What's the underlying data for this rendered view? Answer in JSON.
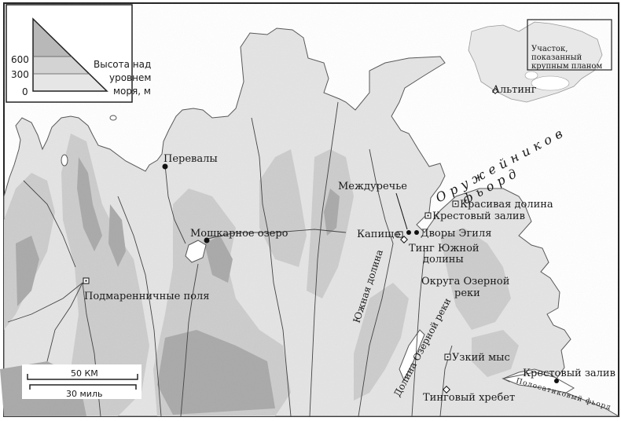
{
  "legend": {
    "ticks": [
      "600",
      "300",
      "0"
    ],
    "label_lines": [
      "Высота над",
      "уровнем",
      "моря, м"
    ]
  },
  "inset": {
    "area_label_lines": [
      "Участок,",
      "показанный",
      "крупным планом"
    ],
    "althing_label": "Альтинг"
  },
  "places": {
    "perevaly": "Перевалы",
    "moshkarnoe": "Мошкарное озеро",
    "podmarennichnye": "Подмаренничные поля",
    "mezhdurechye": "Междуречье",
    "kapishche": "Капище",
    "dvory_egilya": "Дворы Эгиля",
    "ting_line1": "Тинг Южной",
    "ting_line2": "долины",
    "krasivaya": "Красивая долина",
    "krestovy1": "Крестовый залив",
    "okruga_line1": "Округа Озерной",
    "okruga_line2": "реки",
    "uzky_mys": "Узкий мыс",
    "tingovy": "Тинговый хребет",
    "krestovy2": "Крестовый залив"
  },
  "water": {
    "fjord_line1": "Оружейников",
    "fjord_line2": "фьорд",
    "polosatikovy": "Полосатиковый фьорд",
    "yuzhnaya": "Южная долина",
    "dolina_ozernoy": "Долина Озерной реки"
  },
  "scale": {
    "km": "50 КМ",
    "miles": "30 миль"
  },
  "colors": {
    "sea": "#ffffff",
    "low": "#e6e6e6",
    "mid": "#cfcfcf",
    "high": "#b3b3b3",
    "ink": "#1a1a1a"
  }
}
